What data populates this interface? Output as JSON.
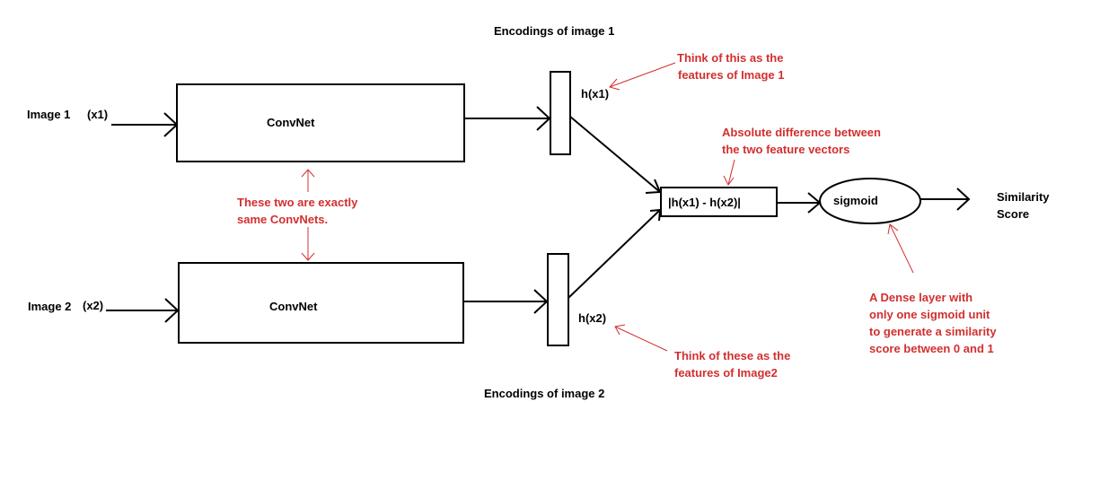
{
  "labels": {
    "image1": "Image 1",
    "x1": "(x1)",
    "image2": "Image 2",
    "x2": "(x2)",
    "convnet_top": "ConvNet",
    "convnet_bottom": "ConvNet",
    "enc1_title": "Encodings of image 1",
    "enc2_title": "Encodings of image 2",
    "hx1": "h(x1)",
    "hx2": "h(x2)",
    "diff": "|h(x1) - h(x2)|",
    "sigmoid": "sigmoid",
    "similarity_line1": "Similarity",
    "similarity_line2": "Score"
  },
  "annotations": {
    "features1_line1": "Think of this as the",
    "features1_line2": "features of Image 1",
    "features2_line1": "Think of these as the",
    "features2_line2": "features of Image2",
    "same_line1": "These two are exactly",
    "same_line2": "same ConvNets.",
    "absdiff_line1": "Absolute difference between",
    "absdiff_line2": "the two feature vectors",
    "dense_line1": "A Dense layer with",
    "dense_line2": "only one sigmoid unit",
    "dense_line3": "to generate a similarity",
    "dense_line4": "score between 0 and 1"
  },
  "colors": {
    "stroke": "#000000",
    "annotation": "#d32f2f",
    "background": "#ffffff"
  }
}
